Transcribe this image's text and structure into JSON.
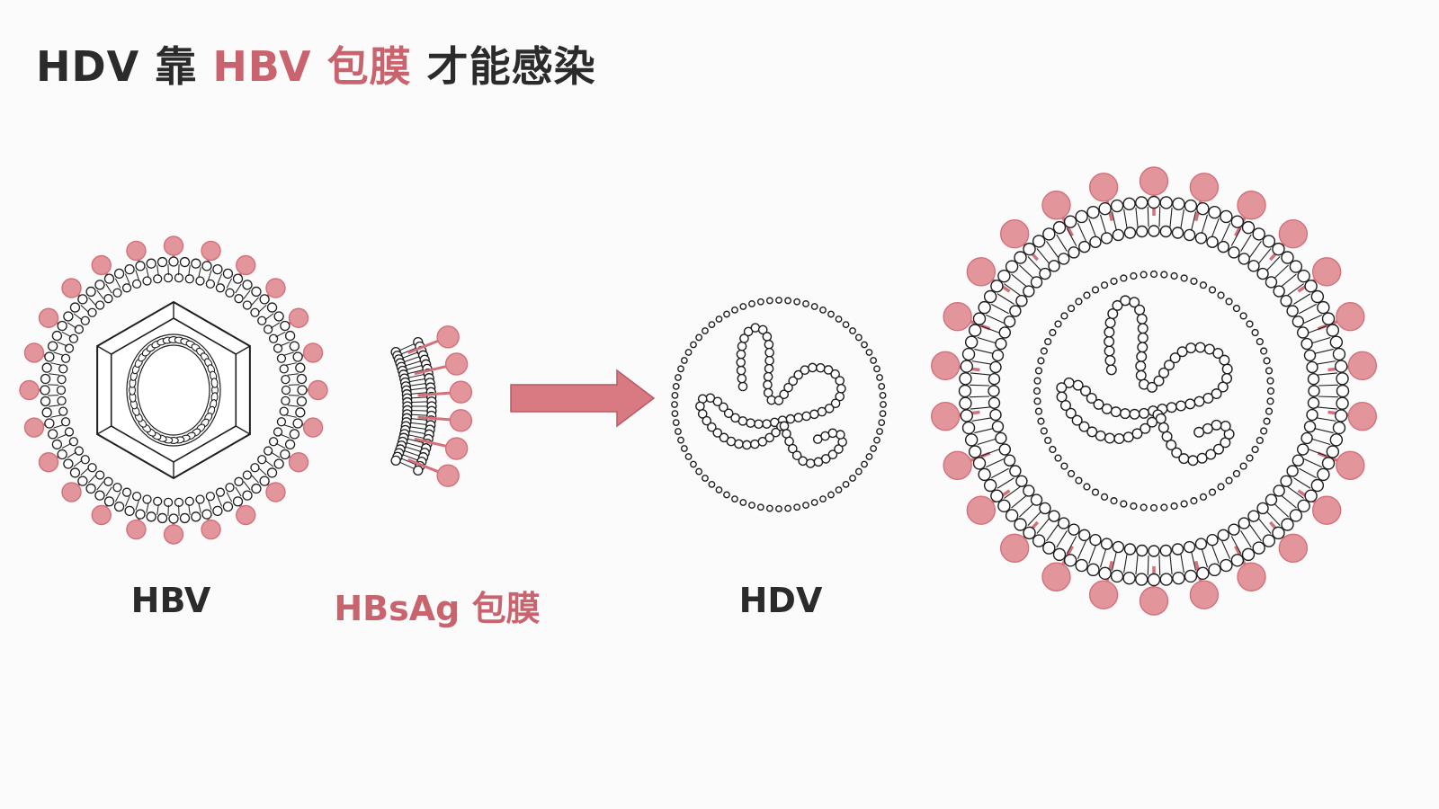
{
  "title": {
    "part1": "HDV 靠 ",
    "part2": "HBV 包膜",
    "part3": " 才能感染"
  },
  "labels": {
    "hbv": "HBV",
    "hbsag": "HBsAg 包膜",
    "hdv": "HDV"
  },
  "colors": {
    "accent": "#c9646e",
    "spike_fill": "#e3959c",
    "stalk": "#d4707a",
    "line": "#1e1e1e",
    "background": "#fbfbfb"
  },
  "icons": {
    "arrow": "right-arrow-icon"
  }
}
